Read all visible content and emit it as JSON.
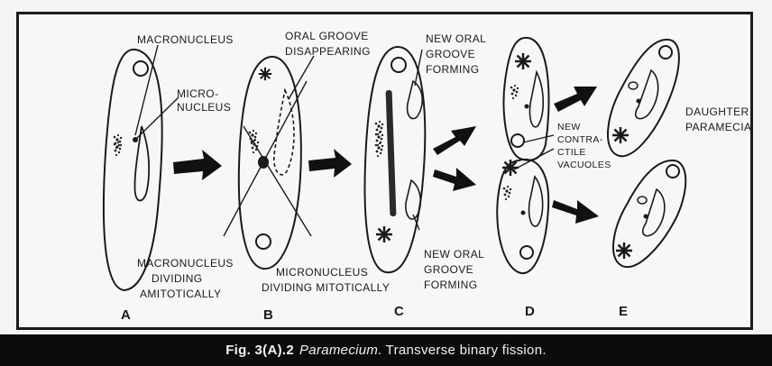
{
  "labels": {
    "macronucleus": "MACRONUCLEUS",
    "micro_1": "MICRO-",
    "micro_2": "NUCLEUS",
    "oral_groove_1": "ORAL GROOVE",
    "oral_groove_2": "DISAPPEARING",
    "new_oral_top_1": "NEW ORAL",
    "new_oral_top_2": "GROOVE",
    "new_oral_top_3": "FORMING",
    "new_contractile_1": "NEW",
    "new_contractile_2": "CONTRA-",
    "new_contractile_3": "CTILE",
    "new_contractile_4": "VACUOLES",
    "daughter_1": "DAUGHTER",
    "daughter_2": "PARAMECIA",
    "macro_dividing_1": "MACRONUCLEUS",
    "macro_dividing_2": "DIVIDING",
    "macro_dividing_3": "AMITOTICALLY",
    "micro_dividing_1": "MICRONUCLEUS",
    "micro_dividing_2": "DIVIDING MITOTICALLY",
    "new_oral_bottom_1": "NEW ORAL",
    "new_oral_bottom_2": "GROOVE",
    "new_oral_bottom_3": "FORMING"
  },
  "stages": [
    "A",
    "B",
    "C",
    "D",
    "E"
  ],
  "caption": {
    "fig": "Fig. 3(A).2",
    "genus": "Paramecium.",
    "text": "Transverse binary fission."
  }
}
